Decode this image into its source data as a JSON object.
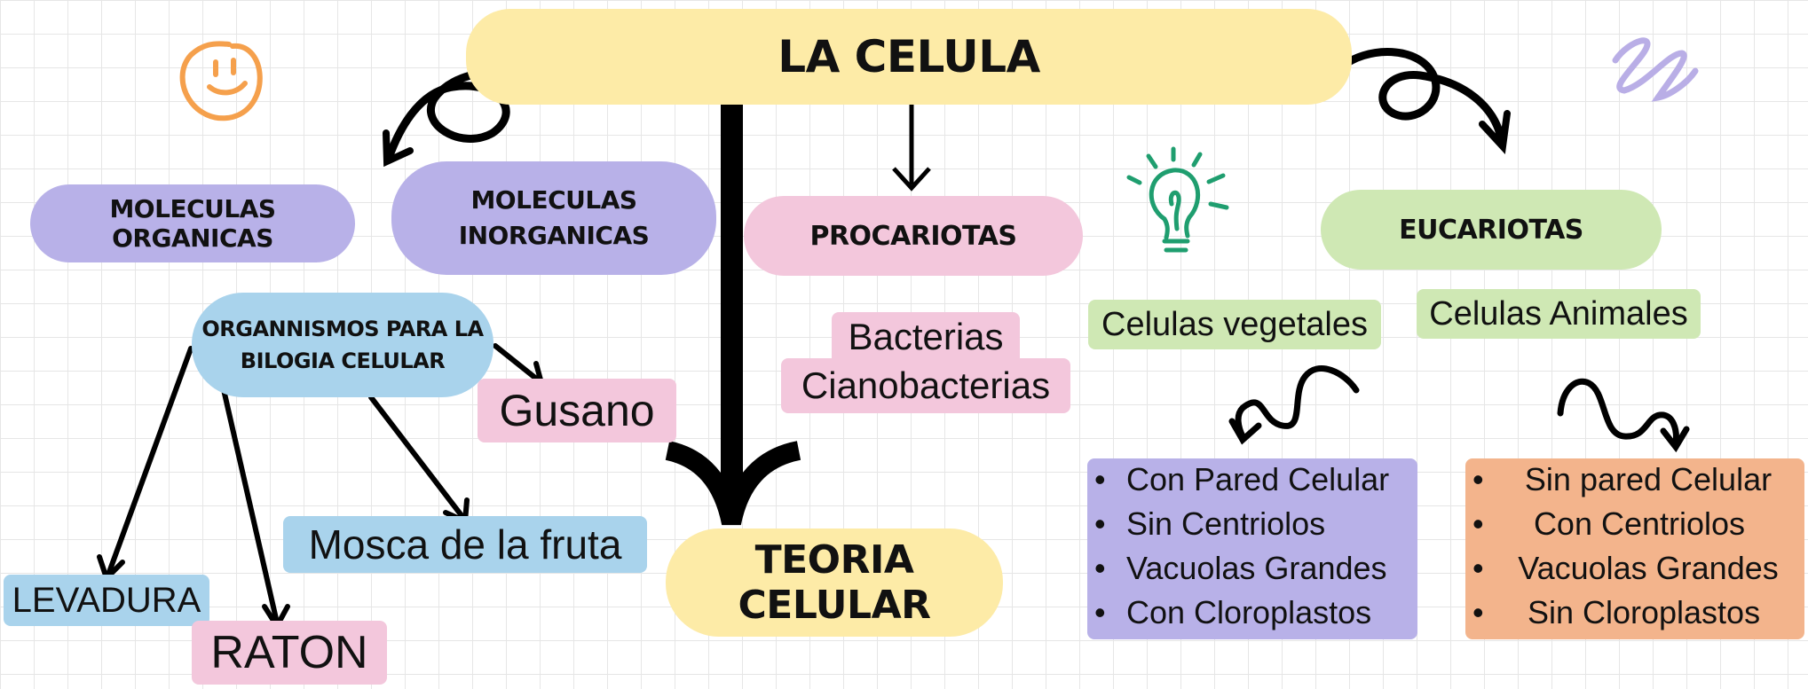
{
  "title": "LA CELULA",
  "branches": {
    "organic": "MOLECULAS ORGANICAS",
    "inorganic_line1": "MOLECULAS",
    "inorganic_line2": "INORGANICAS",
    "prokaryotes": "PROCARIOTAS",
    "eukaryotes": "EUCARIOTAS",
    "theory": "TEORIA CELULAR"
  },
  "organisms": {
    "label_line1": "ORGANNISMOS PARA LA",
    "label_line2": "BILOGIA CELULAR",
    "items": [
      "Gusano",
      "Mosca de la fruta",
      "LEVADURA",
      "RATON"
    ]
  },
  "prokaryote_examples": [
    "Bacterias",
    "Cianobacterias"
  ],
  "plant_cells": {
    "label": "Celulas vegetales",
    "traits": [
      "Con Pared Celular",
      "Sin Centriolos",
      "Vacuolas Grandes",
      "Con Cloroplastos"
    ]
  },
  "animal_cells": {
    "label": "Celulas Animales",
    "traits": [
      "Sin pared Celular",
      "Con Centriolos",
      "Vacuolas Grandes",
      "Sin Cloroplastos"
    ]
  },
  "bullet": "•",
  "colors": {
    "yellow": "#fdeba7",
    "purple": "#b8b1e8",
    "pink": "#f3c7dc",
    "green": "#cfe8b4",
    "blue": "#a9d3ec",
    "orange": "#f3b48c",
    "smiley": "#f5a04c",
    "bulb": "#1f9e6f",
    "scribble": "#b9aee6"
  }
}
